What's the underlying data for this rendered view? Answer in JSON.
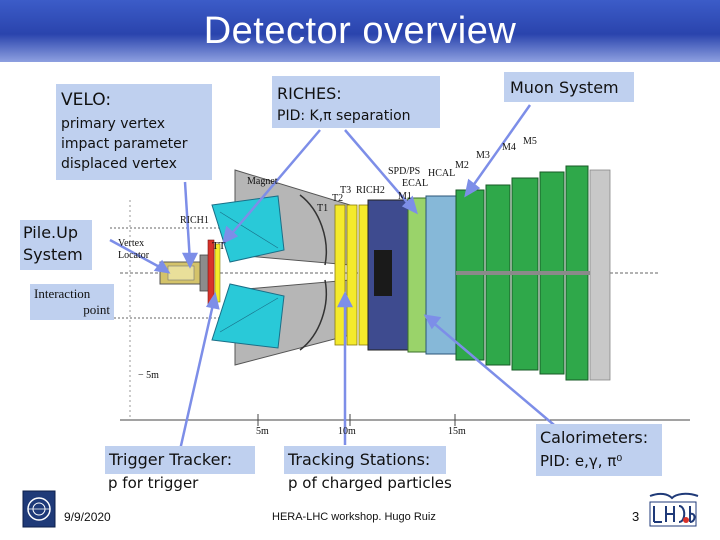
{
  "title": "Detector overview",
  "callouts": {
    "velo_title": "VELO:",
    "velo_line1": "primary vertex",
    "velo_line2": "impact parameter",
    "velo_line3": "displaced vertex",
    "riches_title": "RICHES:",
    "riches_pid": "PID: K,π separation",
    "muon": "Muon System",
    "pileup_line1": "Pile.Up",
    "pileup_line2": "System",
    "interaction_line1": "Interaction",
    "interaction_line2": "point",
    "trigger_title": "Trigger Tracker:",
    "trigger_sub": "p for trigger",
    "tracking_title": "Tracking Stations:",
    "tracking_sub": "p of charged particles",
    "calo_title": "Calorimeters:",
    "calo_pid": "PID: e,γ, π⁰"
  },
  "detector_labels": {
    "magnet": "Magnet",
    "rich1": "RICH1",
    "vertex_locator_1": "Vertex",
    "vertex_locator_2": "Locator",
    "tt": "TT",
    "t1": "T1",
    "t2": "T2",
    "t3": "T3",
    "rich2": "RICH2",
    "spd_ps": "SPD/PS",
    "ecal": "ECAL",
    "hcal": "HCAL",
    "m1": "M1",
    "m2": "M2",
    "m3": "M3",
    "m4": "M4",
    "m5": "M5",
    "scale_neg5m": "− 5m",
    "scale_5m": "5m",
    "scale_10m": "10m",
    "scale_15m": "15m"
  },
  "footer": {
    "date": "9/9/2020",
    "event": "HERA-LHC workshop. Hugo Ruiz",
    "page": "3"
  },
  "colors": {
    "title_bar": "#2a44ad",
    "callout_bg": "#bfd0ef",
    "arrow": "#7d8ee8",
    "rich_cyan": "#29c9d8",
    "muon_green": "#2fa84a",
    "ecal_green": "#9ad36a"
  }
}
